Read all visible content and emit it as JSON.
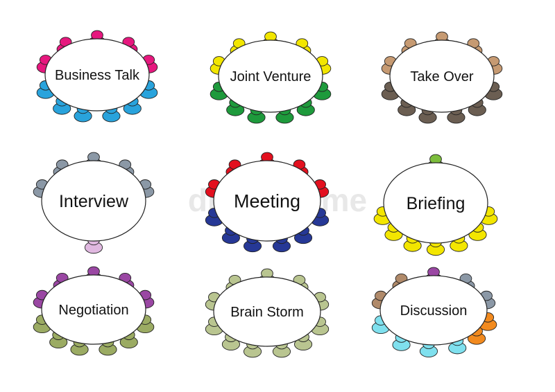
{
  "watermark": "dreamstime",
  "tables": [
    {
      "label": "Business Talk",
      "colors": {
        "top": "#e6187e",
        "bottom": "#29a3dc"
      }
    },
    {
      "label": "Joint Venture",
      "colors": {
        "top": "#f2e600",
        "bottom": "#1e9a3c"
      }
    },
    {
      "label": "Take Over",
      "colors": {
        "top": "#c69a72",
        "bottom": "#6b5e52"
      }
    },
    {
      "label": "Interview",
      "colors": {
        "top": "#8b98a6",
        "bottom": "#e0b8e0"
      }
    },
    {
      "label": "Meeting",
      "colors": {
        "top": "#e3101f",
        "bottom": "#263896"
      }
    },
    {
      "label": "Briefing",
      "colors": {
        "top": "#7cbd3c",
        "bottom": "#f3e600"
      }
    },
    {
      "label": "Negotiation",
      "colors": {
        "top": "#9a47a3",
        "bottom": "#9bab63"
      }
    },
    {
      "label": "Brain Storm",
      "colors": {
        "top": "#b9c590",
        "bottom": "#b9c590"
      }
    },
    {
      "label": "Discussion",
      "colors": {
        "top": "#9a47a3",
        "left": "#b08a6a",
        "right_top": "#8b98a6",
        "bottom": "#7fe0ee",
        "bottom_right": "#f28a1e"
      }
    }
  ]
}
